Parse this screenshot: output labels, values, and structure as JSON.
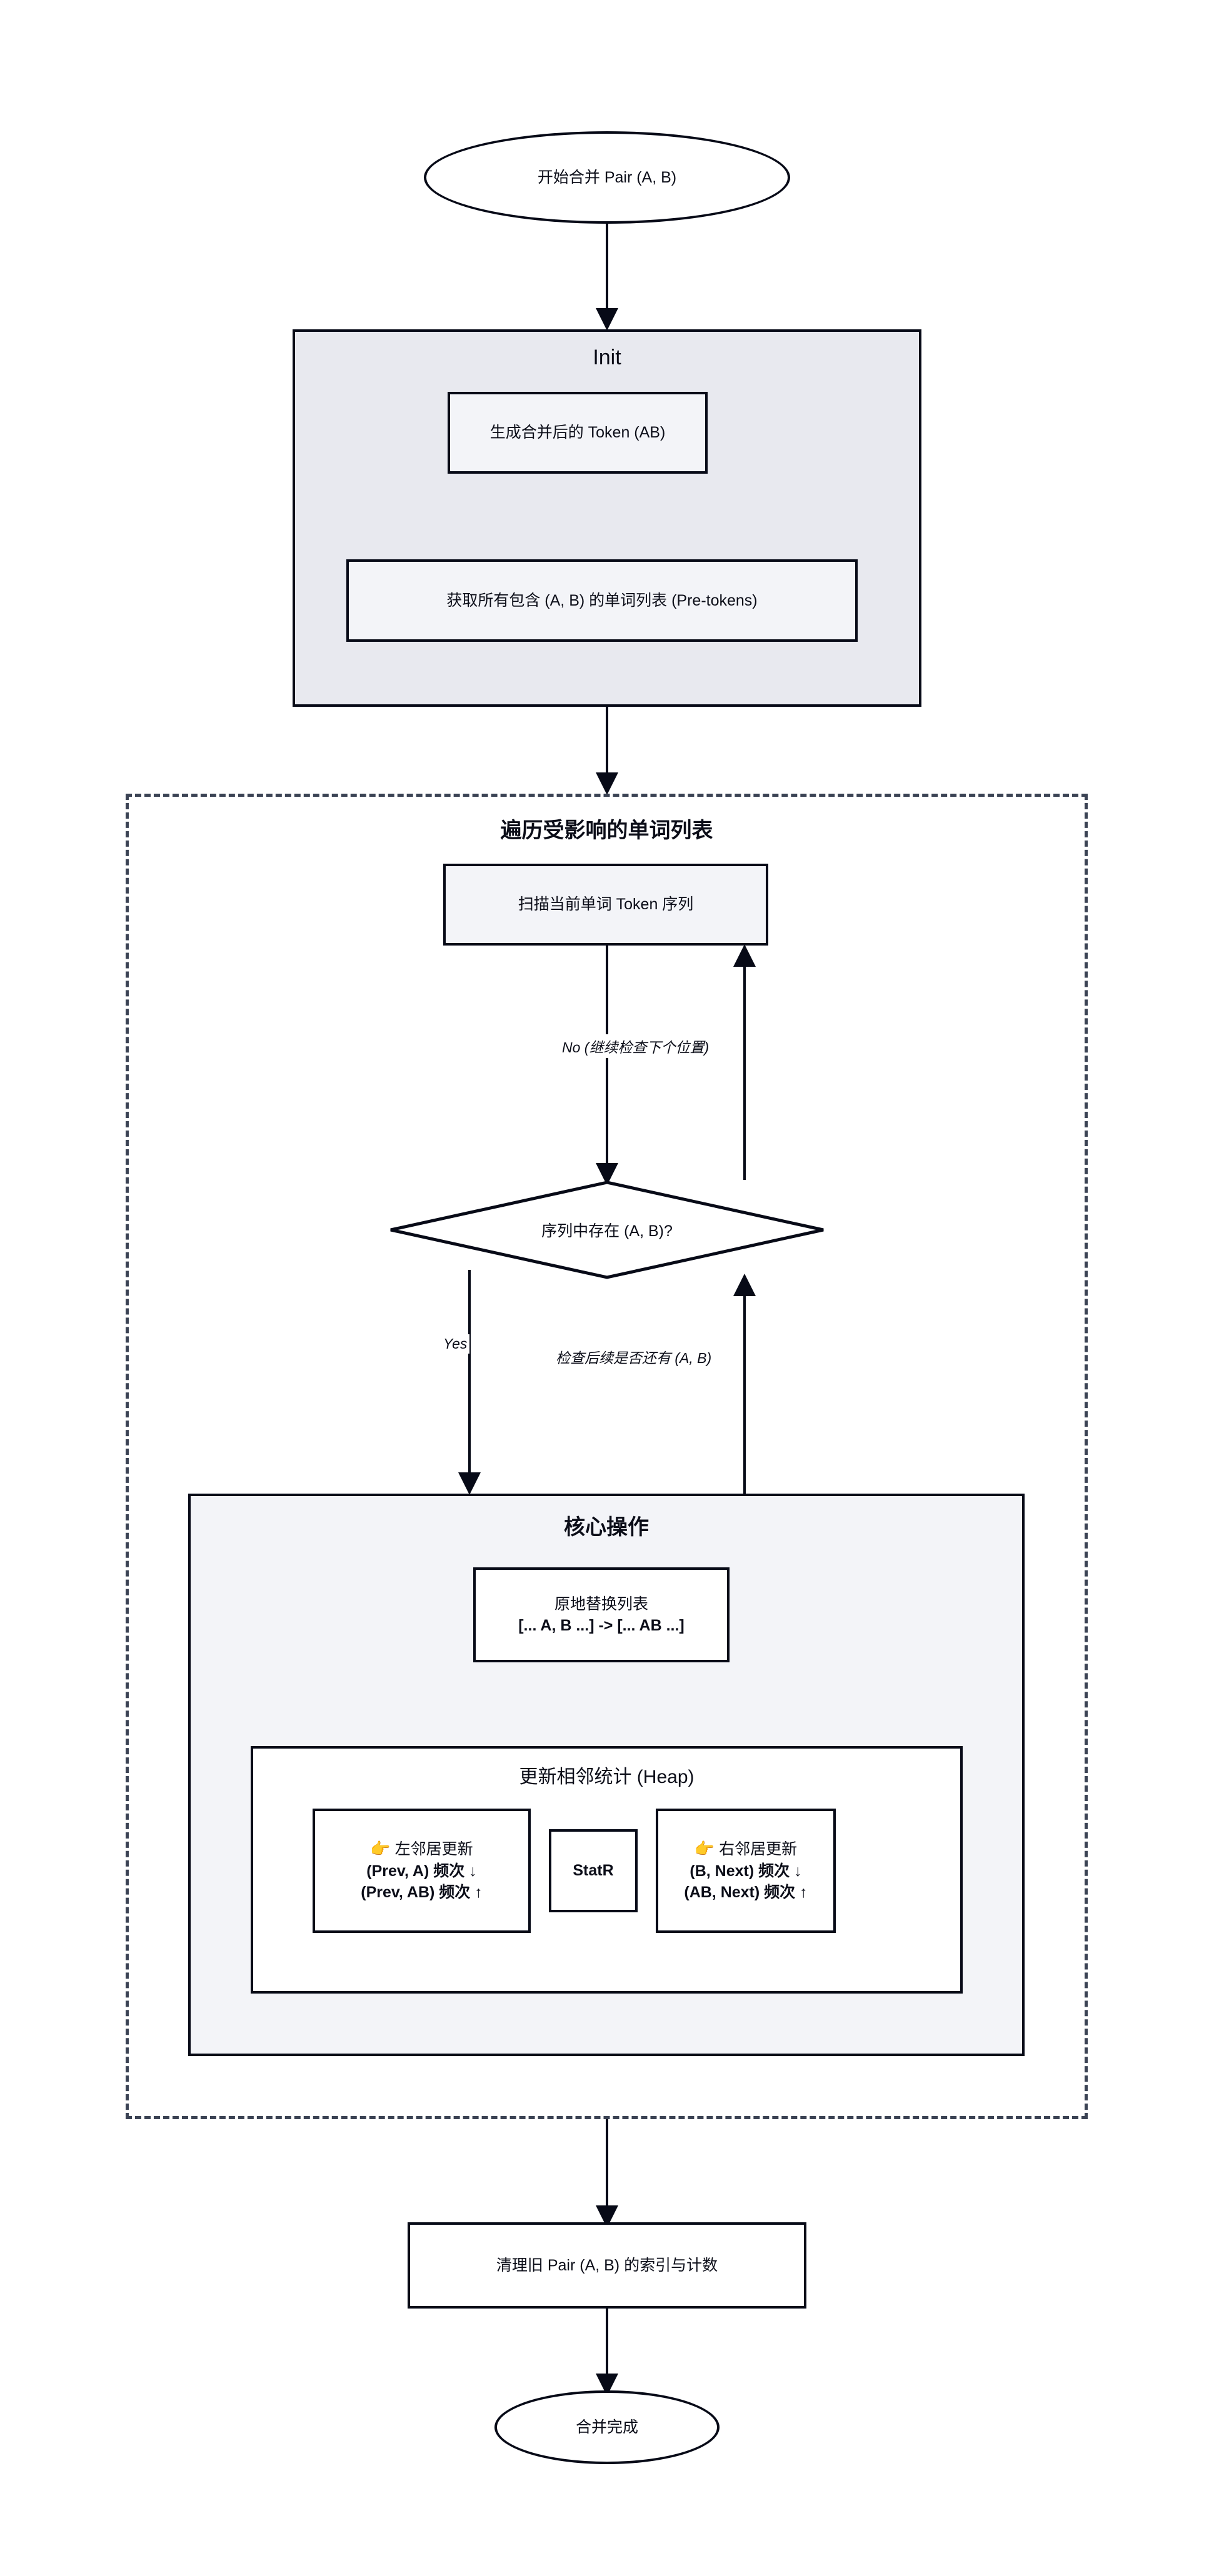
{
  "diagram": {
    "type": "flowchart",
    "direction": "top-down",
    "title_implied": "BPE Pair Merge Procedure"
  },
  "nodes": {
    "start": {
      "label": "开始合并 Pair (A, B)",
      "shape": "ellipse"
    },
    "make_token": {
      "label": "生成合并后的 Token (AB)",
      "shape": "rect"
    },
    "get_words": {
      "label": "获取所有包含 (A, B) 的单词列表 (Pre-tokens)",
      "shape": "rect"
    },
    "scan": {
      "label": "扫描当前单词 Token 序列",
      "shape": "rect"
    },
    "decision": {
      "label": "序列中存在 (A, B)?",
      "shape": "diamond"
    },
    "replace": {
      "line1": "原地替换列表",
      "line2": "[... A, B ...] -> [... AB ...]",
      "shape": "rect"
    },
    "left_neighbor": {
      "icon": "pointing-right-hand-emoji",
      "line1": "左邻居更新",
      "line2": "(Prev, A) 频次 ↓",
      "line3": "(Prev, AB) 频次 ↑",
      "shape": "rect"
    },
    "statr": {
      "label": "StatR",
      "shape": "rect"
    },
    "right_neighbor": {
      "icon": "pointing-right-hand-emoji",
      "line1": "右邻居更新",
      "line2": "(B, Next) 频次 ↓",
      "line3": "(AB, Next) 频次 ↑",
      "shape": "rect"
    },
    "cleanup": {
      "label": "清理旧 Pair (A, B) 的索引与计数",
      "shape": "rect"
    },
    "end": {
      "label": "合并完成",
      "shape": "ellipse"
    }
  },
  "subgraphs": {
    "init": {
      "title": "Init",
      "fill": "#e8e9ef",
      "stroke": "#070a17"
    },
    "loop": {
      "title": "遍历受影响的单词列表",
      "fill": "transparent",
      "stroke": "#3b4354",
      "style": "dashed"
    },
    "core": {
      "title": "核心操作",
      "fill": "#f3f4f8",
      "stroke": "#070a17"
    },
    "heap": {
      "title": "更新相邻统计 (Heap)",
      "fill": "#ffffff",
      "stroke": "#070a17"
    }
  },
  "edge_labels": {
    "no_branch": "No (继续检查下个位置)",
    "yes_branch": "Yes",
    "loop_back": "检查后续是否还有 (A, B)"
  },
  "colors": {
    "node_stroke": "#070a17",
    "node_fill": "#f3f4f8",
    "init_fill": "#e8e9ef",
    "core_fill": "#f3f4f8",
    "dashed_stroke": "#3b4354",
    "text": "#0b0d18",
    "page_background": "#ffffff"
  }
}
